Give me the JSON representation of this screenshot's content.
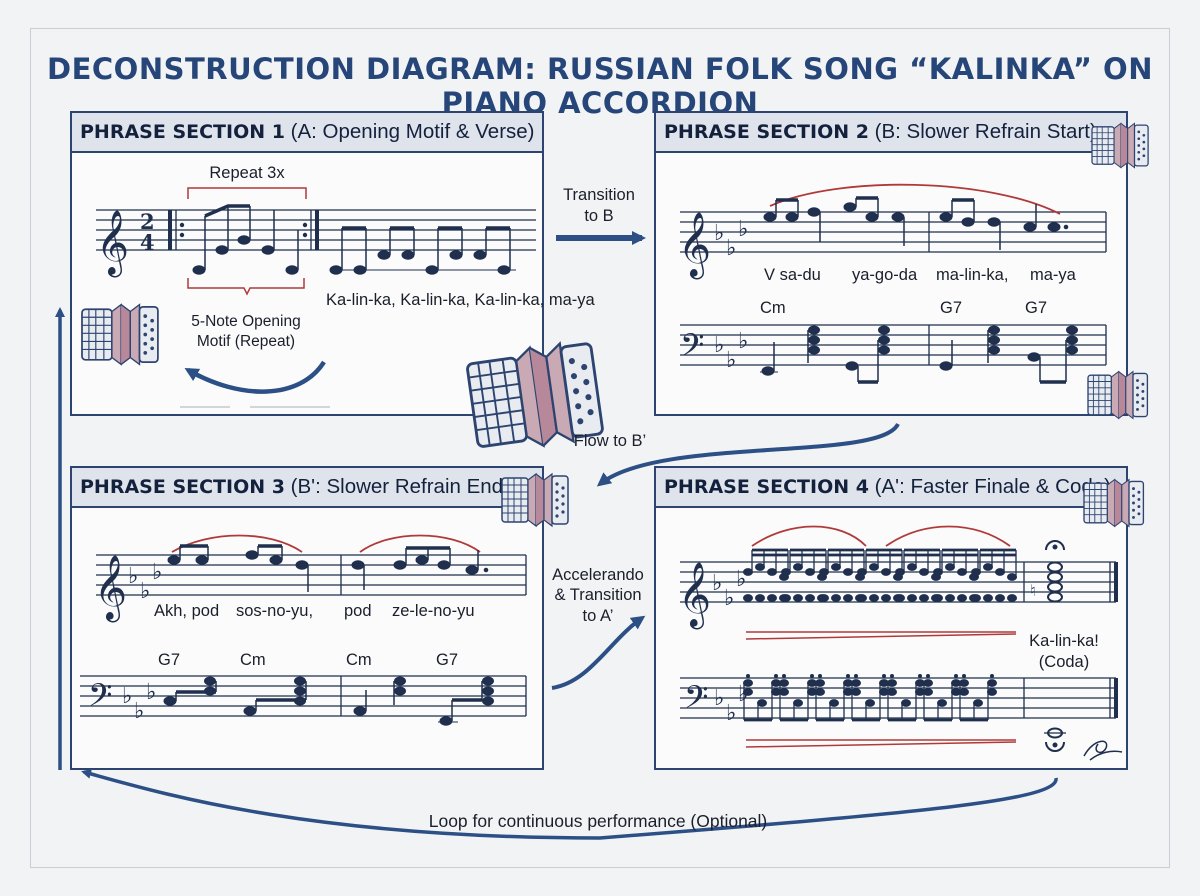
{
  "title": "DECONSTRUCTION DIAGRAM: RUSSIAN FOLK SONG “KALINKA” ON PIANO ACCORDION",
  "sections": [
    {
      "num": "PHRASE SECTION 1",
      "desc": " (A: Opening Motif & Verse)",
      "repeat": "Repeat 3x",
      "motif_line1": "5-Note Opening",
      "motif_line2": "Motif (Repeat)",
      "lyrics": "Ka-lin-ka, Ka-lin-ka, Ka-lin-ka,  ma-ya",
      "time_sig_top": "2",
      "time_sig_bottom": "4"
    },
    {
      "num": "PHRASE SECTION 2",
      "desc": " (B: Slower Refrain Start)",
      "lyrics": [
        "V  sa-du",
        "ya-go-da",
        "ma-lin-ka,",
        "ma-ya"
      ],
      "chords": [
        "Cm",
        "G7",
        "G7"
      ]
    },
    {
      "num": "PHRASE SECTION 3",
      "desc": " (B': Slower Refrain End)",
      "lyrics": [
        "Akh,  pod",
        "sos-no-yu,",
        "pod",
        "ze-le-no-yu"
      ],
      "chords": [
        "G7",
        "Cm",
        "Cm",
        "G7"
      ]
    },
    {
      "num": "PHRASE SECTION 4",
      "desc": " (A': Faster Finale & Coda)",
      "coda_line1": "Ka-lin-ka!",
      "coda_line2": "(Coda)"
    }
  ],
  "transitions": {
    "to_b_line1": "Transition",
    "to_b_line2": "to B",
    "flow": "Flow to B’",
    "accel_line1": "Accelerando",
    "accel_line2": "& Transition",
    "accel_line3": "to A’",
    "loop": "Loop for continuous performance (Optional)"
  },
  "colors": {
    "ink": "#1f2f4d",
    "accent": "#2c4f86",
    "slur": "#b03a3a",
    "header_bg": "#dfe4ec"
  }
}
